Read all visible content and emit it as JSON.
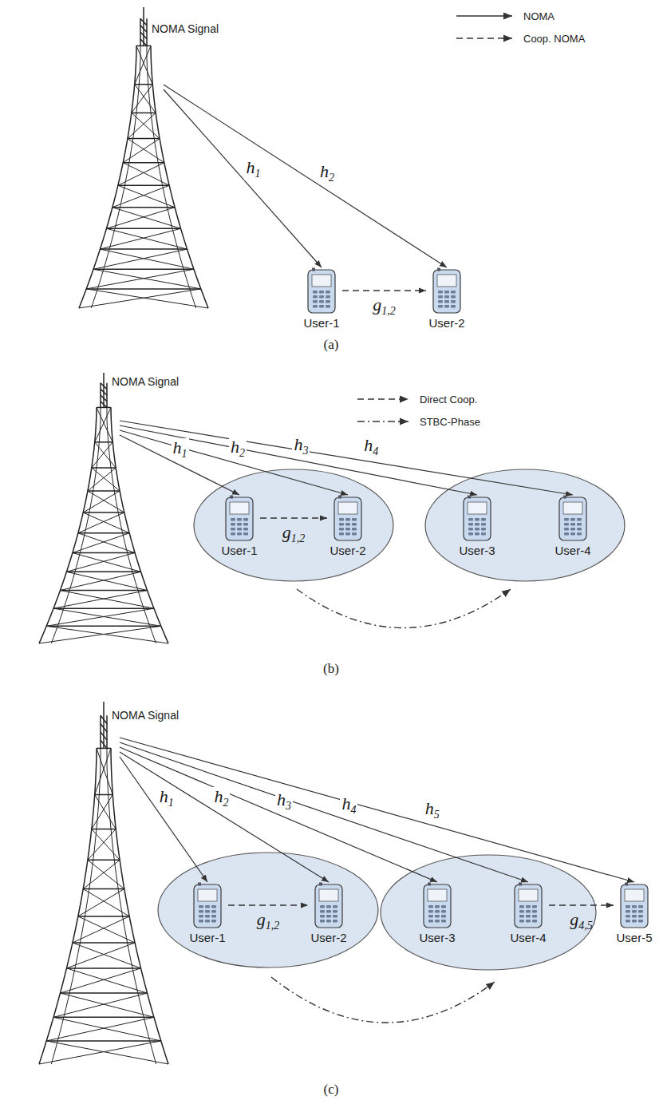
{
  "diagram": {
    "nodes": [
      {
        "text": [
          "NOMA Signal"
        ]
      },
      {
        "text": [
          "User-1"
        ]
      },
      {
        "text": [
          "User-2"
        ]
      },
      {
        "text": [
          "NOMA Signal"
        ]
      },
      {
        "text": [
          "User-1"
        ]
      },
      {
        "text": [
          "User-2"
        ]
      },
      {
        "text": [
          "User-3"
        ]
      },
      {
        "text": [
          "User-4"
        ]
      },
      {
        "text": [
          "NOMA Signal"
        ]
      },
      {
        "text": [
          "User-1"
        ]
      },
      {
        "text": [
          "User-2"
        ]
      },
      {
        "text": [
          "User-3"
        ]
      },
      {
        "text": [
          "User-4"
        ]
      },
      {
        "text": [
          "User-5"
        ]
      }
    ],
    "edges": [
      {
        "from": 0,
        "to": 1,
        "label": "h1",
        "arrow": "to"
      },
      {
        "from": 0,
        "to": 2,
        "label": "h2",
        "arrow": "to"
      },
      {
        "from": 1,
        "to": 2,
        "label": "g1,2",
        "arrow": "to"
      },
      {
        "from": 3,
        "to": 4,
        "label": "h1",
        "arrow": "to"
      },
      {
        "from": 3,
        "to": 5,
        "label": "h2",
        "arrow": "to"
      },
      {
        "from": 3,
        "to": 6,
        "label": "h3",
        "arrow": "to"
      },
      {
        "from": 3,
        "to": 7,
        "label": "h4",
        "arrow": "to"
      },
      {
        "from": 4,
        "to": 5,
        "label": "g1,2",
        "arrow": "to"
      },
      {
        "from": 8,
        "to": 9,
        "label": "h1",
        "arrow": "to"
      },
      {
        "from": 8,
        "to": 10,
        "label": "h2",
        "arrow": "to"
      },
      {
        "from": 8,
        "to": 11,
        "label": "h3",
        "arrow": "to"
      },
      {
        "from": 8,
        "to": 12,
        "label": "h4",
        "arrow": "to"
      },
      {
        "from": 8,
        "to": 13,
        "label": "h5",
        "arrow": "to"
      },
      {
        "from": 9,
        "to": 10,
        "label": "g1,2",
        "arrow": "to"
      },
      {
        "from": 12,
        "to": 13,
        "label": "g4,5",
        "arrow": "to"
      }
    ],
    "labels": [
      "(a)",
      "(b)",
      "(c)"
    ],
    "legend": [
      {
        "text": "NOMA"
      },
      {
        "text": "Coop. NOMA"
      },
      {
        "text": "Direct Coop."
      },
      {
        "text": "STBC-Phase"
      }
    ]
  }
}
